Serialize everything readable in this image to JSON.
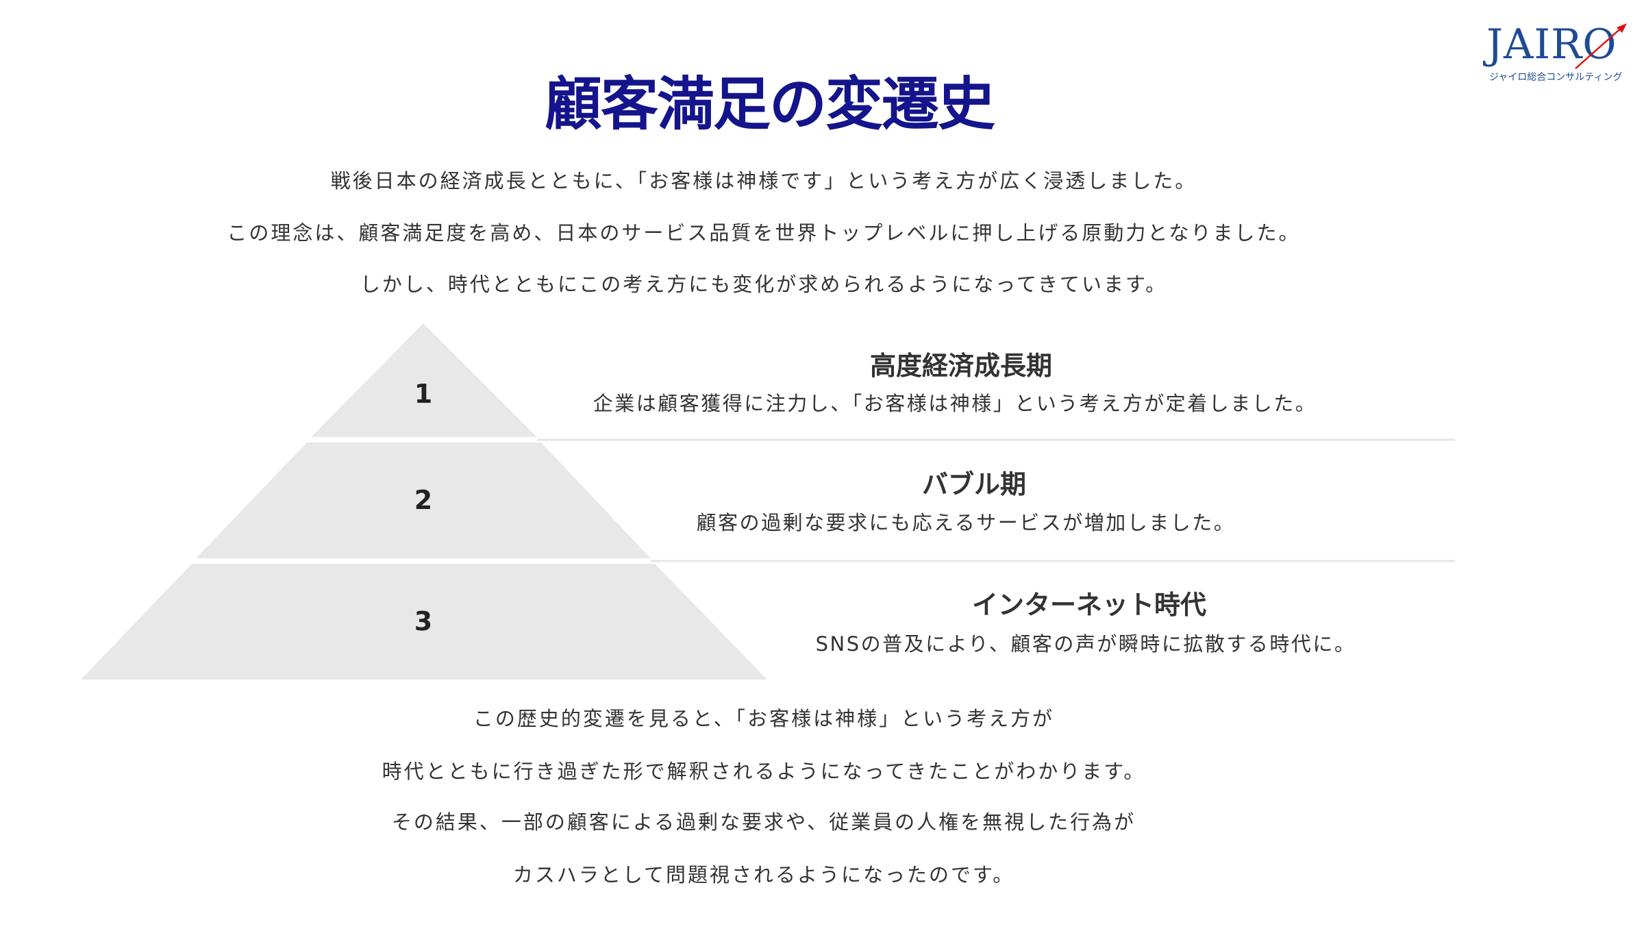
{
  "logo": {
    "word": "JAIRO",
    "subtitle": "ジャイロ総合コンサルティング",
    "brand_color": "#1d4c95",
    "arrow_color": "#e01010"
  },
  "title": "顧客満足の変遷史",
  "intro": [
    "戦後日本の経済成長とともに、「お客様は神様です」という考え方が広く浸透しました。",
    "この理念は、顧客満足度を高め、日本のサービス品質を世界トップレベルに押し上げる原動力となりました。",
    "しかし、時代とともにこの考え方にも変化が求められるようになってきています。"
  ],
  "pyramid": {
    "tiers": [
      {
        "number": "1",
        "heading": "高度経済成長期",
        "description": "企業は顧客獲得に注力し、「お客様は神様」という考え方が定着しました。"
      },
      {
        "number": "2",
        "heading": "バブル期",
        "description": "顧客の過剰な要求にも応えるサービスが増加しました。"
      },
      {
        "number": "3",
        "heading": "インターネット時代",
        "description": "SNSの普及により、顧客の声が瞬時に拡散する時代に。"
      }
    ],
    "fill_color": "#e8e8e8"
  },
  "conclusion": [
    "この歴史的変遷を見ると、「お客様は神様」という考え方が",
    "時代とともに行き過ぎた形で解釈されるようになってきたことがわかります。",
    "その結果、一部の顧客による過剰な要求や、従業員の人権を無視した行為が",
    "カスハラとして問題視されるようになったのです。"
  ]
}
